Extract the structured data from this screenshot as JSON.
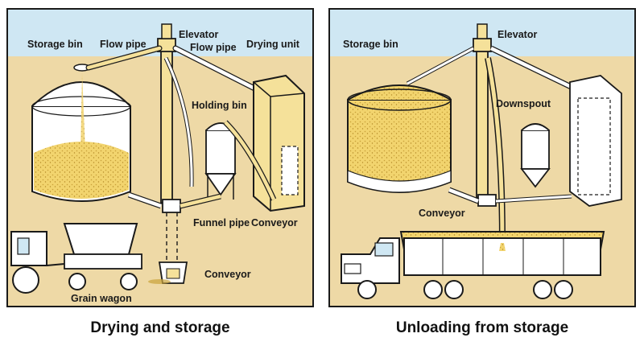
{
  "colors": {
    "sky": "#cfe7f3",
    "ground": "#eed9a6",
    "grain": "#f2d46e",
    "grain_dark": "#c9a23a",
    "metal": "#ffffff",
    "outline": "#1a1a1a",
    "chute": "#f5e19a"
  },
  "left_panel": {
    "caption": "Drying and storage",
    "labels": {
      "storage_bin": "Storage bin",
      "flow_pipe_1": "Flow pipe",
      "elevator": "Elevator",
      "flow_pipe_2": "Flow pipe",
      "drying_unit": "Drying unit",
      "holding_bin": "Holding bin",
      "funnel_pipe": "Funnel pipe",
      "conveyor_1": "Conveyor",
      "conveyor_2": "Conveyor",
      "grain_wagon": "Grain wagon"
    }
  },
  "right_panel": {
    "caption": "Unloading from storage",
    "labels": {
      "storage_bin": "Storage bin",
      "elevator": "Elevator",
      "downspout": "Downspout",
      "conveyor": "Conveyor"
    }
  }
}
